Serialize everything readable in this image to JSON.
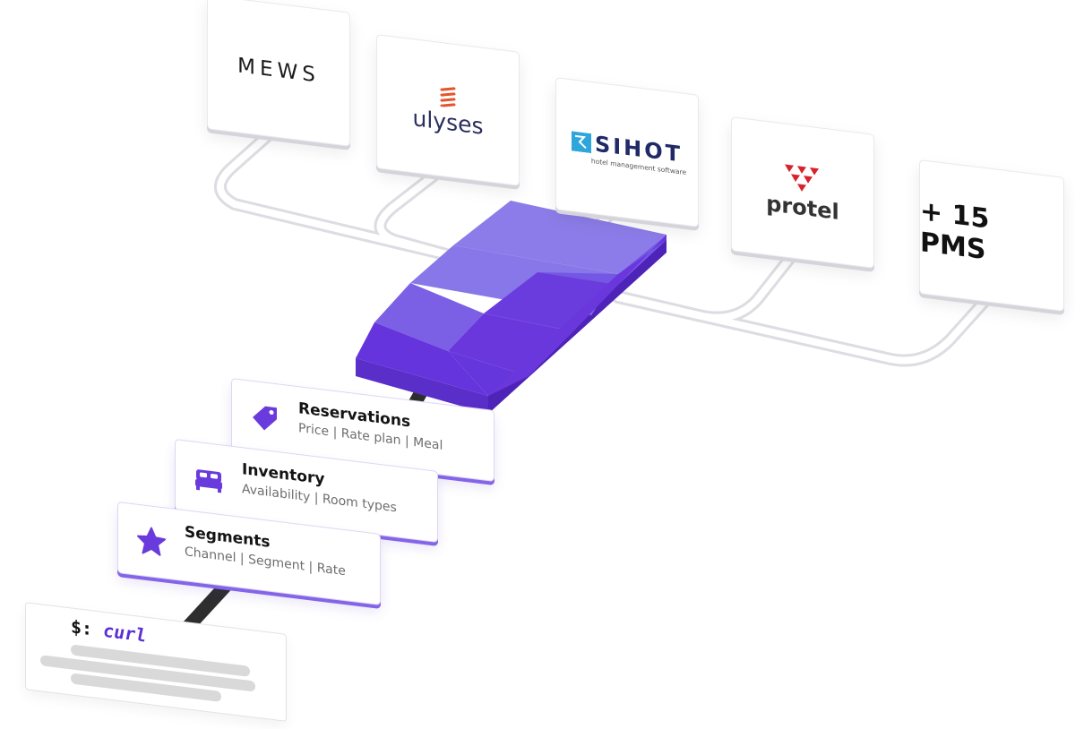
{
  "pms": {
    "mews": "MEWS",
    "ulyses": "ulyses",
    "sihot": "SIHOT",
    "sihot_sub": "hotel management software",
    "protel": "protel",
    "more": "+ 15 PMS"
  },
  "categories": [
    {
      "title": "Reservations",
      "subtitle": "Price | Rate plan | Meal",
      "icon": "tag-icon"
    },
    {
      "title": "Inventory",
      "subtitle": "Availability | Room types",
      "icon": "bed-icon"
    },
    {
      "title": "Segments",
      "subtitle": "Channel | Segment | Rate",
      "icon": "star-icon"
    }
  ],
  "curl": {
    "prompt": "$:",
    "command": "curl"
  },
  "colors": {
    "accent": "#6a3bdc",
    "accent_light": "#8b7ae8",
    "connector": "#2e2e2e",
    "track": "#e6e6ea",
    "ulyses_mark": "#e6542e",
    "protel_mark": "#d8232a",
    "sihot_mark": "#2ea6dc"
  }
}
